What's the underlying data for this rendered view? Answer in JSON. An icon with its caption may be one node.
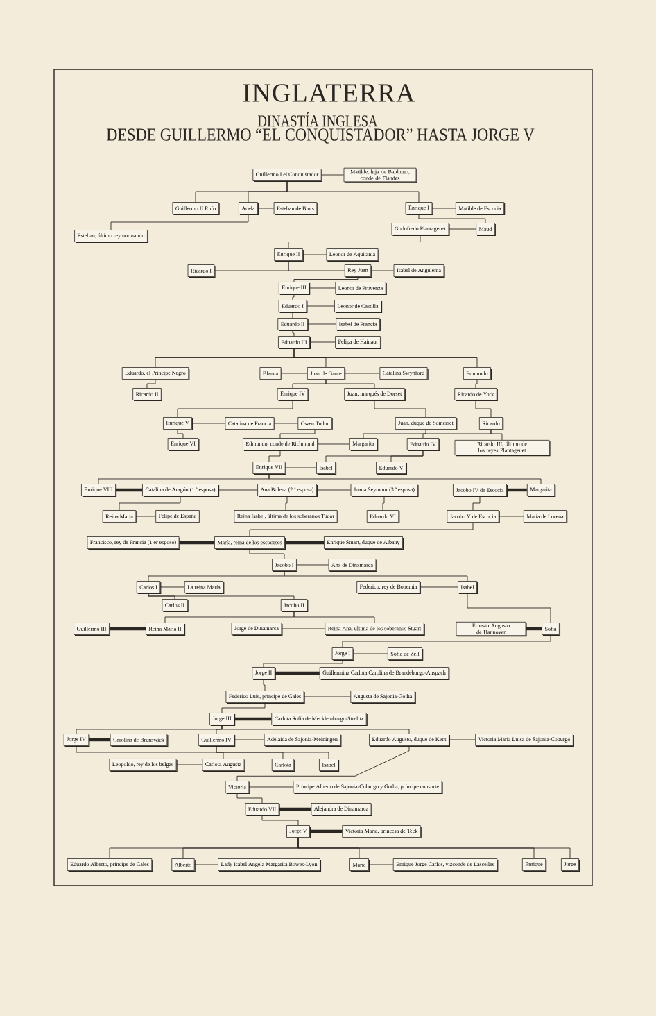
{
  "diagram": {
    "title": "INGLATERRA",
    "labels": [
      "DINASTÍA INGLESA",
      "DESDE GUILLERMO “EL CONQUISTADOR” HASTA JORGE V"
    ],
    "nodes": [
      {
        "text": [
          "Guillermo I el Conquistador"
        ]
      },
      {
        "text": [
          "Matilde, hija de Balduino, conde de Flandes"
        ]
      },
      {
        "text": [
          "Guillermo II Rufo"
        ]
      },
      {
        "text": [
          "Adela"
        ]
      },
      {
        "text": [
          "Esteban de Blois"
        ]
      },
      {
        "text": [
          "Enrique I"
        ]
      },
      {
        "text": [
          "Matilde de Escocia"
        ]
      },
      {
        "text": [
          "Esteban, último rey normando"
        ]
      },
      {
        "text": [
          "Godofredo Plantagenet"
        ]
      },
      {
        "text": [
          "Maud"
        ]
      },
      {
        "text": [
          "Enrique II"
        ]
      },
      {
        "text": [
          "Leonor de Aquitania"
        ]
      },
      {
        "text": [
          "Ricardo I"
        ]
      },
      {
        "text": [
          "Rey Juan"
        ]
      },
      {
        "text": [
          "Isabel de Angulema"
        ]
      },
      {
        "text": [
          "Enrique III"
        ]
      },
      {
        "text": [
          "Leonor de Provenza"
        ]
      },
      {
        "text": [
          "Eduardo I"
        ]
      },
      {
        "text": [
          "Leonor de Castilla"
        ]
      },
      {
        "text": [
          "Eduardo II"
        ]
      },
      {
        "text": [
          "Isabel de Francia"
        ]
      },
      {
        "text": [
          "Eduardo III"
        ]
      },
      {
        "text": [
          "Felipa de Hainaut"
        ]
      },
      {
        "text": [
          "Eduardo, el Príncipe Negro"
        ]
      },
      {
        "text": [
          "Blanca"
        ]
      },
      {
        "text": [
          "Juan de Gante"
        ]
      },
      {
        "text": [
          "Catalina Swynford"
        ]
      },
      {
        "text": [
          "Edmundo"
        ]
      },
      {
        "text": [
          "Ricardo II"
        ]
      },
      {
        "text": [
          "Enrique IV"
        ]
      },
      {
        "text": [
          "Juan, marqués de Dorset"
        ]
      },
      {
        "text": [
          "Ricardo de York"
        ]
      },
      {
        "text": [
          "Enrique V"
        ]
      },
      {
        "text": [
          "Catalina de Francia"
        ]
      },
      {
        "text": [
          "Owen Tudor"
        ]
      },
      {
        "text": [
          "Juan, duque de Somerset"
        ]
      },
      {
        "text": [
          "Ricardo"
        ]
      },
      {
        "text": [
          "Enrique VI"
        ]
      },
      {
        "text": [
          "Edmundo, conde de Richmond"
        ]
      },
      {
        "text": [
          "Margarita"
        ]
      },
      {
        "text": [
          "Eduardo IV"
        ]
      },
      {
        "text": [
          "Ricardo III, último de los reyes Plantagenet"
        ]
      },
      {
        "text": [
          "Enrique VII"
        ]
      },
      {
        "text": [
          "Isabel"
        ]
      },
      {
        "text": [
          "Eduardo V"
        ]
      },
      {
        "text": [
          "Enrique VIII"
        ]
      },
      {
        "text": [
          "Catalina de Aragón (1.ª esposa)"
        ]
      },
      {
        "text": [
          "Ana Bolena (2.ª esposa)"
        ]
      },
      {
        "text": [
          "Juana Seymour (3.ª esposa)"
        ]
      },
      {
        "text": [
          "Jacobo IV de Escocia"
        ]
      },
      {
        "text": [
          "Margarita"
        ]
      },
      {
        "text": [
          "Reina María"
        ]
      },
      {
        "text": [
          "Felipe de España"
        ]
      },
      {
        "text": [
          "Reina Isabel, última de los soberanos Tudor"
        ]
      },
      {
        "text": [
          "Eduardo VI"
        ]
      },
      {
        "text": [
          "Jacobo V de Escocia"
        ]
      },
      {
        "text": [
          "María de Lorena"
        ]
      },
      {
        "text": [
          "Francisco, rey de Francia (1.er esposo)"
        ]
      },
      {
        "text": [
          "María, reina de los escoceses"
        ]
      },
      {
        "text": [
          "Enrique Stuart, duque de Albany"
        ]
      },
      {
        "text": [
          "Jacobo I"
        ]
      },
      {
        "text": [
          "Ana de Dinamarca"
        ]
      },
      {
        "text": [
          "Carlos I"
        ]
      },
      {
        "text": [
          "La reina María"
        ]
      },
      {
        "text": [
          "Federico, rey de Bohemia"
        ]
      },
      {
        "text": [
          "Isabel"
        ]
      },
      {
        "text": [
          "Carlos II"
        ]
      },
      {
        "text": [
          "Jacobo II"
        ]
      },
      {
        "text": [
          "Guillermo III"
        ]
      },
      {
        "text": [
          "Reina María II"
        ]
      },
      {
        "text": [
          "Jorge de Dinamarca"
        ]
      },
      {
        "text": [
          "Reina Ana, última de los soberanos Stuart"
        ]
      },
      {
        "text": [
          "Ernesto Augusto de Hannover"
        ]
      },
      {
        "text": [
          "Sofía"
        ]
      },
      {
        "text": [
          "Jorge I"
        ]
      },
      {
        "text": [
          "Sofía de Zell"
        ]
      },
      {
        "text": [
          "Jorge II"
        ]
      },
      {
        "text": [
          "Guillermina Carlota Carolina de Brandeburgo-Anspach"
        ]
      },
      {
        "text": [
          "Federico Luis, príncipe de Gales"
        ]
      },
      {
        "text": [
          "Augusta de Sajonia-Gotha"
        ]
      },
      {
        "text": [
          "Jorge III"
        ]
      },
      {
        "text": [
          "Carlota Sofía de Mecklemburgo-Strelitz"
        ]
      },
      {
        "text": [
          "Jorge IV"
        ]
      },
      {
        "text": [
          "Carolina de Brunswick"
        ]
      },
      {
        "text": [
          "Guillermo IV"
        ]
      },
      {
        "text": [
          "Adelaida de Sajonia-Meiningen"
        ]
      },
      {
        "text": [
          "Eduardo Augusto, duque de Kent"
        ]
      },
      {
        "text": [
          "Victoria María Luisa de Sajonia-Coburgo"
        ]
      },
      {
        "text": [
          "Leopoldo, rey de los belgas"
        ]
      },
      {
        "text": [
          "Carlota Augusta"
        ]
      },
      {
        "text": [
          "Carlota"
        ]
      },
      {
        "text": [
          "Isabel"
        ]
      },
      {
        "text": [
          "Victoria"
        ]
      },
      {
        "text": [
          "Príncipe Alberto de Sajonia-Coburgo y Gotha, príncipe consorte"
        ]
      },
      {
        "text": [
          "Eduardo VII"
        ]
      },
      {
        "text": [
          "Alejandra de Dinamarca"
        ]
      },
      {
        "text": [
          "Jorge V"
        ]
      },
      {
        "text": [
          "Victoria María, princesa de Teck"
        ]
      },
      {
        "text": [
          "Eduardo Alberto, príncipe de Gales"
        ]
      },
      {
        "text": [
          "Alberto"
        ]
      },
      {
        "text": [
          "Lady Isabel Angela Margarita Bowes-Lyon"
        ]
      },
      {
        "text": [
          "María"
        ]
      },
      {
        "text": [
          "Enrique Jorge Carlos, vizconde de Lascelles"
        ]
      },
      {
        "text": [
          "Enrique"
        ]
      },
      {
        "text": [
          "Jorge"
        ]
      }
    ],
    "edges": [
      {
        "from": 0,
        "to": 1,
        "arrow": "none"
      },
      {
        "from": 0,
        "to": 2,
        "arrow": "none"
      },
      {
        "from": 0,
        "to": 3,
        "arrow": "none"
      },
      {
        "from": 0,
        "to": 5,
        "arrow": "none"
      },
      {
        "from": 3,
        "to": 4,
        "arrow": "none"
      },
      {
        "from": 5,
        "to": 6,
        "arrow": "none"
      },
      {
        "from": 3,
        "to": 7,
        "arrow": "none"
      },
      {
        "from": 5,
        "to": 9,
        "arrow": "none"
      },
      {
        "from": 8,
        "to": 9,
        "arrow": "none"
      },
      {
        "from": 8,
        "to": 10,
        "arrow": "none"
      },
      {
        "from": 10,
        "to": 11,
        "arrow": "none"
      },
      {
        "from": 10,
        "to": 12,
        "arrow": "none"
      },
      {
        "from": 10,
        "to": 13,
        "arrow": "none"
      },
      {
        "from": 13,
        "to": 14,
        "arrow": "none"
      },
      {
        "from": 13,
        "to": 15,
        "arrow": "none"
      },
      {
        "from": 15,
        "to": 16,
        "arrow": "none"
      },
      {
        "from": 15,
        "to": 17,
        "arrow": "none"
      },
      {
        "from": 17,
        "to": 18,
        "arrow": "none"
      },
      {
        "from": 17,
        "to": 19,
        "arrow": "none"
      },
      {
        "from": 19,
        "to": 20,
        "arrow": "none"
      },
      {
        "from": 19,
        "to": 21,
        "arrow": "none"
      },
      {
        "from": 21,
        "to": 22,
        "arrow": "none"
      },
      {
        "from": 21,
        "to": 23,
        "arrow": "none"
      },
      {
        "from": 21,
        "to": 25,
        "arrow": "none"
      },
      {
        "from": 21,
        "to": 27,
        "arrow": "none"
      },
      {
        "from": 24,
        "to": 25,
        "arrow": "none"
      },
      {
        "from": 25,
        "to": 26,
        "arrow": "none"
      },
      {
        "from": 23,
        "to": 28,
        "arrow": "none"
      },
      {
        "from": 25,
        "to": 29,
        "arrow": "none"
      },
      {
        "from": 25,
        "to": 30,
        "arrow": "none"
      },
      {
        "from": 27,
        "to": 31,
        "arrow": "none"
      },
      {
        "from": 29,
        "to": 32,
        "arrow": "none"
      },
      {
        "from": 30,
        "to": 35,
        "arrow": "none"
      },
      {
        "from": 31,
        "to": 36,
        "arrow": "none"
      },
      {
        "from": 32,
        "to": 33,
        "arrow": "none"
      },
      {
        "from": 33,
        "to": 34,
        "arrow": "none"
      },
      {
        "from": 32,
        "to": 37,
        "arrow": "none"
      },
      {
        "from": 34,
        "to": 38,
        "arrow": "none"
      },
      {
        "from": 35,
        "to": 39,
        "arrow": "none"
      },
      {
        "from": 36,
        "to": 40,
        "arrow": "none"
      },
      {
        "from": 36,
        "to": 41,
        "arrow": "none"
      },
      {
        "from": 38,
        "to": 39,
        "arrow": "none"
      },
      {
        "from": 38,
        "to": 42,
        "arrow": "none"
      },
      {
        "from": 40,
        "to": 43,
        "arrow": "none"
      },
      {
        "from": 40,
        "to": 44,
        "arrow": "none"
      },
      {
        "from": 42,
        "to": 43,
        "arrow": "none"
      },
      {
        "from": 42,
        "to": 45,
        "arrow": "none"
      },
      {
        "from": 42,
        "to": 50,
        "arrow": "none"
      },
      {
        "from": 45,
        "to": 46,
        "arrow": "none",
        "style": "thick"
      },
      {
        "from": 46,
        "to": 47,
        "arrow": "none"
      },
      {
        "from": 47,
        "to": 48,
        "arrow": "none"
      },
      {
        "from": 49,
        "to": 50,
        "arrow": "none",
        "style": "thick"
      },
      {
        "from": 46,
        "to": 51,
        "arrow": "none"
      },
      {
        "from": 47,
        "to": 53,
        "arrow": "none"
      },
      {
        "from": 48,
        "to": 54,
        "arrow": "none"
      },
      {
        "from": 49,
        "to": 55,
        "arrow": "none"
      },
      {
        "from": 51,
        "to": 52,
        "arrow": "none"
      },
      {
        "from": 55,
        "to": 56,
        "arrow": "none"
      },
      {
        "from": 55,
        "to": 58,
        "arrow": "none"
      },
      {
        "from": 57,
        "to": 58,
        "arrow": "none",
        "style": "thick"
      },
      {
        "from": 58,
        "to": 59,
        "arrow": "none",
        "style": "thick"
      },
      {
        "from": 58,
        "to": 60,
        "arrow": "none"
      },
      {
        "from": 60,
        "to": 61,
        "arrow": "none"
      },
      {
        "from": 60,
        "to": 62,
        "arrow": "none"
      },
      {
        "from": 60,
        "to": 65,
        "arrow": "none"
      },
      {
        "from": 62,
        "to": 63,
        "arrow": "none"
      },
      {
        "from": 64,
        "to": 65,
        "arrow": "none"
      },
      {
        "from": 62,
        "to": 66,
        "arrow": "none"
      },
      {
        "from": 62,
        "to": 67,
        "arrow": "none"
      },
      {
        "from": 67,
        "to": 69,
        "arrow": "none"
      },
      {
        "from": 67,
        "to": 71,
        "arrow": "none"
      },
      {
        "from": 65,
        "to": 73,
        "arrow": "none"
      },
      {
        "from": 68,
        "to": 69,
        "arrow": "none",
        "style": "thick"
      },
      {
        "from": 70,
        "to": 71,
        "arrow": "none"
      },
      {
        "from": 72,
        "to": 73,
        "arrow": "none",
        "style": "thick"
      },
      {
        "from": 73,
        "to": 74,
        "arrow": "none"
      },
      {
        "from": 74,
        "to": 75,
        "arrow": "none"
      },
      {
        "from": 74,
        "to": 76,
        "arrow": "none"
      },
      {
        "from": 76,
        "to": 77,
        "arrow": "none",
        "style": "thick"
      },
      {
        "from": 76,
        "to": 78,
        "arrow": "none"
      },
      {
        "from": 78,
        "to": 79,
        "arrow": "none"
      },
      {
        "from": 78,
        "to": 80,
        "arrow": "none"
      },
      {
        "from": 80,
        "to": 81,
        "arrow": "none",
        "style": "thick"
      },
      {
        "from": 80,
        "to": 82,
        "arrow": "none"
      },
      {
        "from": 80,
        "to": 84,
        "arrow": "none"
      },
      {
        "from": 80,
        "to": 86,
        "arrow": "none"
      },
      {
        "from": 82,
        "to": 83,
        "arrow": "none",
        "style": "thick"
      },
      {
        "from": 84,
        "to": 85,
        "arrow": "none"
      },
      {
        "from": 86,
        "to": 87,
        "arrow": "none"
      },
      {
        "from": 82,
        "to": 89,
        "arrow": "none"
      },
      {
        "from": 84,
        "to": 90,
        "arrow": "none"
      },
      {
        "from": 84,
        "to": 91,
        "arrow": "none"
      },
      {
        "from": 88,
        "to": 89,
        "arrow": "none"
      },
      {
        "from": 86,
        "to": 92,
        "arrow": "none"
      },
      {
        "from": 92,
        "to": 93,
        "arrow": "none"
      },
      {
        "from": 92,
        "to": 94,
        "arrow": "none"
      },
      {
        "from": 94,
        "to": 95,
        "arrow": "none",
        "style": "thick"
      },
      {
        "from": 94,
        "to": 96,
        "arrow": "none"
      },
      {
        "from": 96,
        "to": 97,
        "arrow": "none",
        "style": "thick"
      },
      {
        "from": 96,
        "to": 98,
        "arrow": "none"
      },
      {
        "from": 96,
        "to": 99,
        "arrow": "none"
      },
      {
        "from": 96,
        "to": 101,
        "arrow": "none"
      },
      {
        "from": 96,
        "to": 103,
        "arrow": "none"
      },
      {
        "from": 96,
        "to": 104,
        "arrow": "none"
      },
      {
        "from": 99,
        "to": 100,
        "arrow": "none"
      },
      {
        "from": 101,
        "to": 102,
        "arrow": "none"
      }
    ]
  }
}
